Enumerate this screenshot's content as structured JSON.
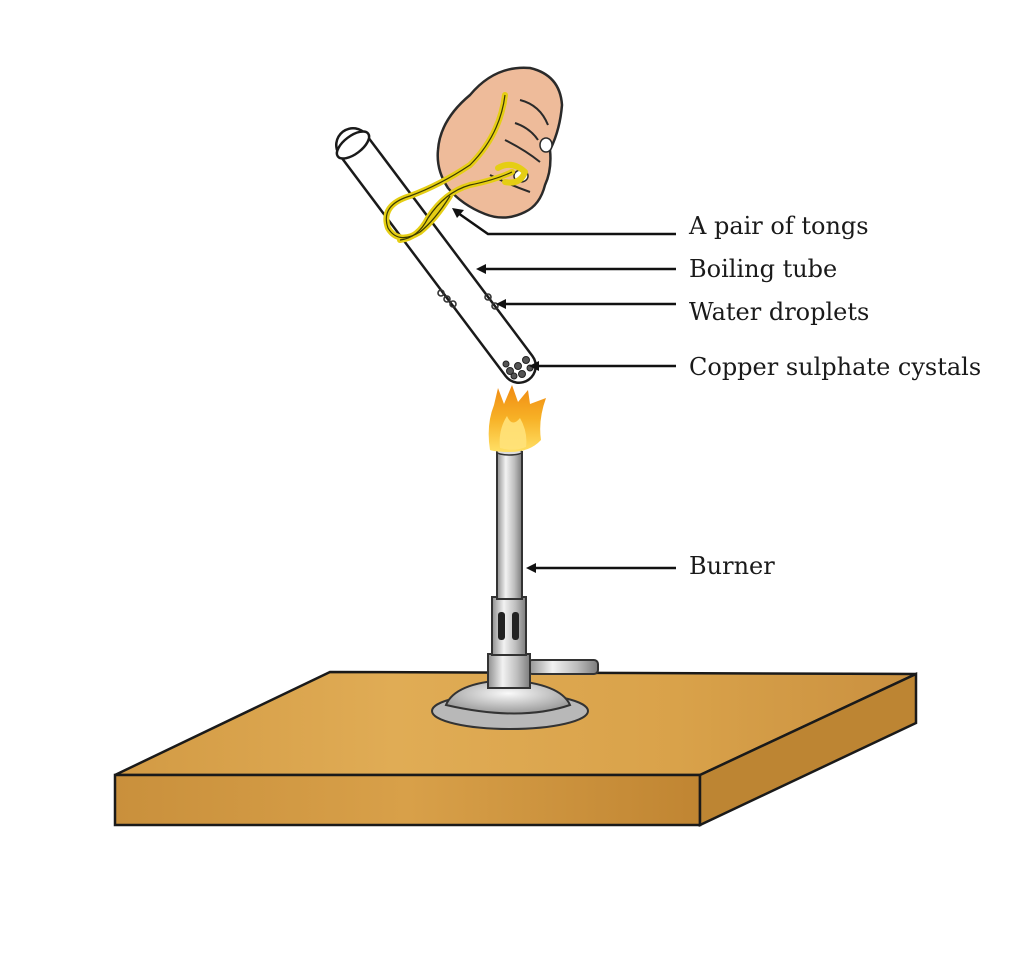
{
  "labels": {
    "tongs": "A pair of tongs",
    "tube": "Boiling tube",
    "droplets": "Water droplets",
    "crystals": "Copper sulphate cystals",
    "burner": "Burner"
  },
  "icons": {
    "hand": "hand-icon",
    "tongs": "tongs-icon",
    "tube": "boiling-tube-icon",
    "flame": "flame-icon",
    "burner": "bunsen-burner-icon",
    "table": "table-icon"
  },
  "colors": {
    "table_top": "#D9A24A",
    "table_side": "#C48A34",
    "tongs": "#E8D21A",
    "hand": "#EEBB9A",
    "flame_outer": "#F5A623",
    "flame_inner": "#FFD84A",
    "metal": "#C8C8C8"
  }
}
